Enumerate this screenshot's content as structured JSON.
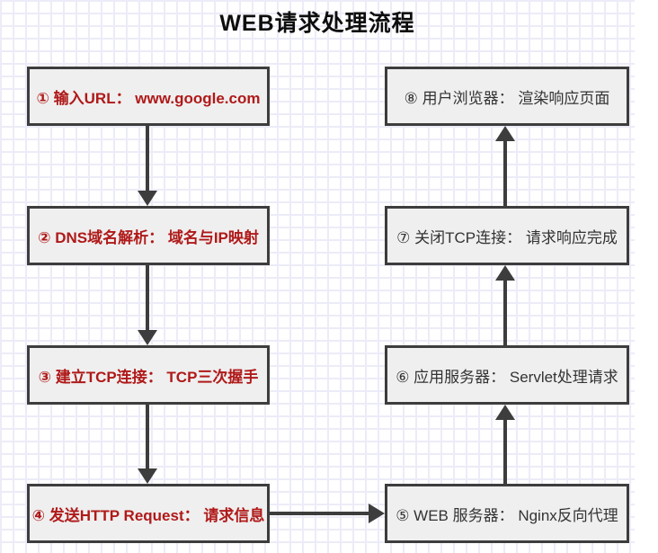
{
  "title": "WEB请求处理流程",
  "colors": {
    "box_fill": "#efefef",
    "box_border": "#3d3d3d",
    "left_text": "#b01919",
    "right_text": "#333333",
    "arrow": "#3d3d3d",
    "grid_line": "#e0e0f2",
    "background": "#ffffff"
  },
  "flow": {
    "left_column": [
      {
        "step": "1",
        "label": "① 输入URL： www.google.com"
      },
      {
        "step": "2",
        "label": "② DNS域名解析： 域名与IP映射"
      },
      {
        "step": "3",
        "label": "③ 建立TCP连接： TCP三次握手"
      },
      {
        "step": "4",
        "label": "④ 发送HTTP Request： 请求信息"
      }
    ],
    "right_column": [
      {
        "step": "8",
        "label": "⑧ 用户浏览器： 渲染响应页面"
      },
      {
        "step": "7",
        "label": "⑦ 关闭TCP连接： 请求响应完成"
      },
      {
        "step": "6",
        "label": "⑥ 应用服务器： Servlet处理请求"
      },
      {
        "step": "5",
        "label": "⑤ WEB 服务器： Nginx反向代理"
      }
    ],
    "connections": [
      "1→2",
      "2→3",
      "3→4",
      "4→5",
      "5→6",
      "6→7",
      "7→8"
    ]
  }
}
